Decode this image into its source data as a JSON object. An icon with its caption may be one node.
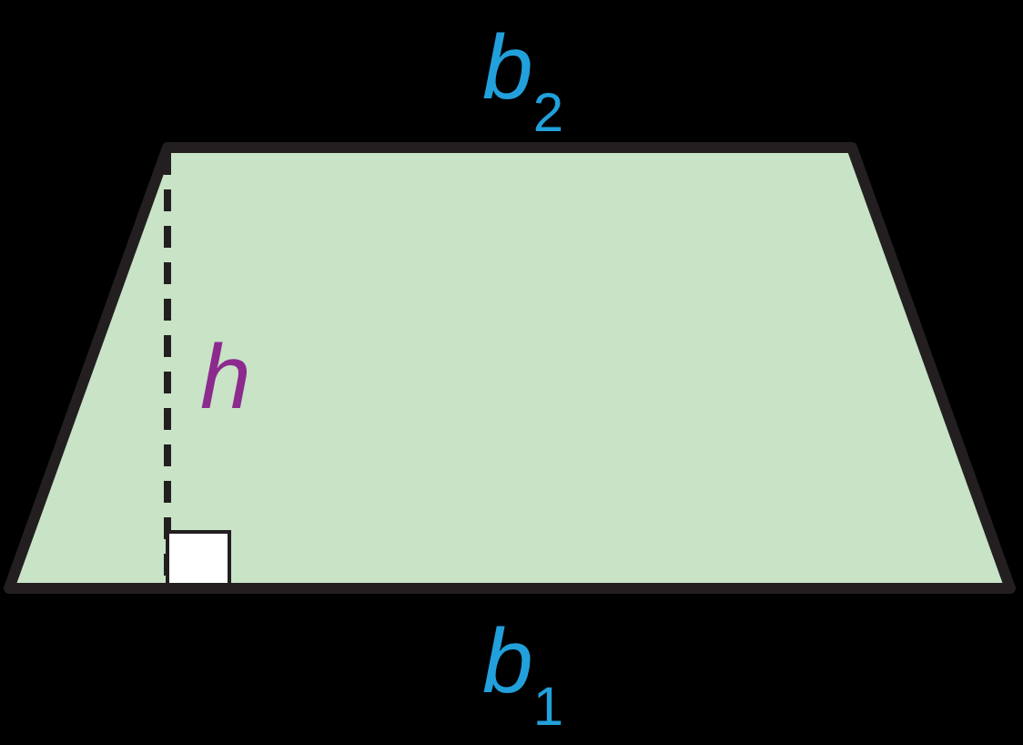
{
  "diagram": {
    "labels": [
      "*b*$_{2}$",
      "*h*",
      "*b*$_{1}$"
    ]
  }
}
